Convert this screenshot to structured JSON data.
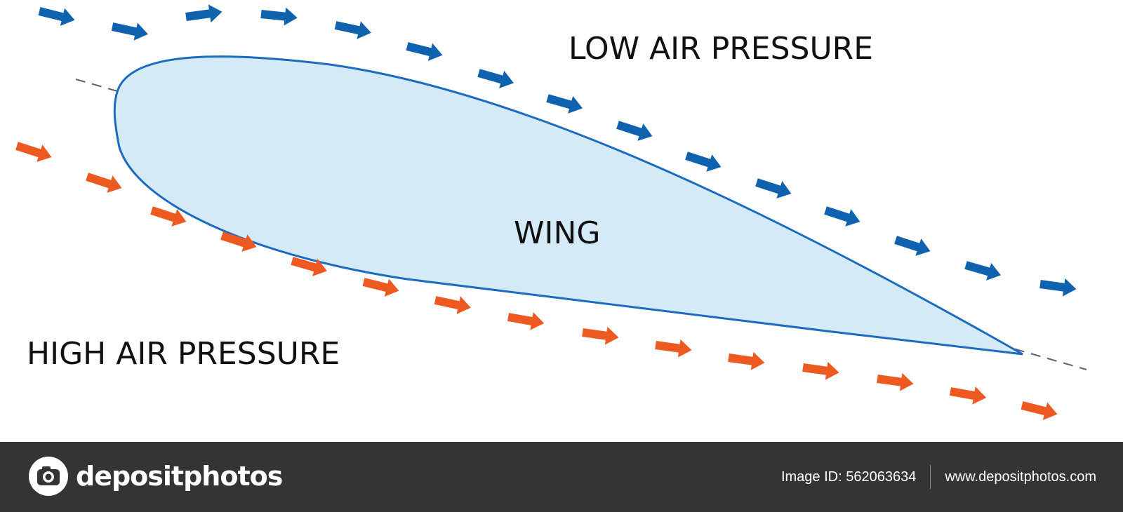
{
  "labels": {
    "low_pressure": "LOW AIR PRESSURE",
    "high_pressure": "HIGH AIR PRESSURE",
    "wing": "WING"
  },
  "colors": {
    "upper_flow": "#0f62ad",
    "lower_flow": "#ec5a22",
    "wing_fill": "#d4ebf7",
    "wing_outline": "#1c6bbf",
    "chord_line": "#5b5f7e"
  },
  "footer": {
    "brand": "depositphotos",
    "image_id": "Image ID: 562063634",
    "url": "www.depositphotos.com"
  }
}
